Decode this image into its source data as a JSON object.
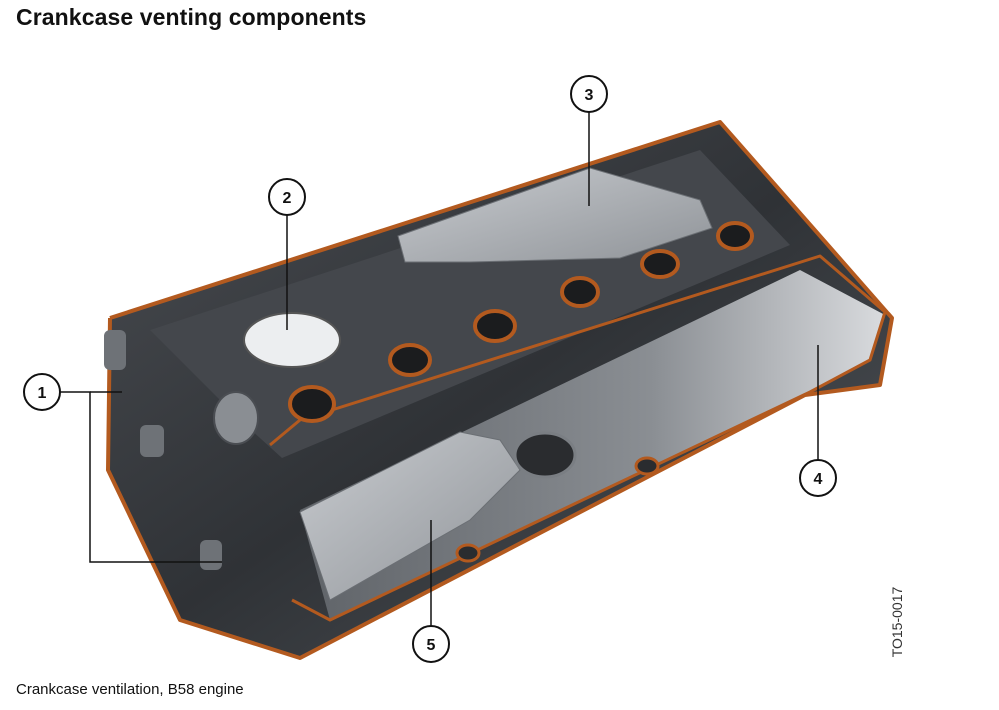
{
  "title": "Crankcase venting components",
  "caption": "Crankcase ventilation, B58 engine",
  "figure_id": "TO15-0017",
  "callouts": [
    {
      "label": "1"
    },
    {
      "label": "2"
    },
    {
      "label": "3"
    },
    {
      "label": "4"
    },
    {
      "label": "5"
    }
  ],
  "colors": {
    "gasket": "#b35a1f",
    "housing_dark": "#3a3d42",
    "housing_mid": "#6e7277",
    "housing_light": "#b9bcc0",
    "callout_line": "#111111"
  }
}
